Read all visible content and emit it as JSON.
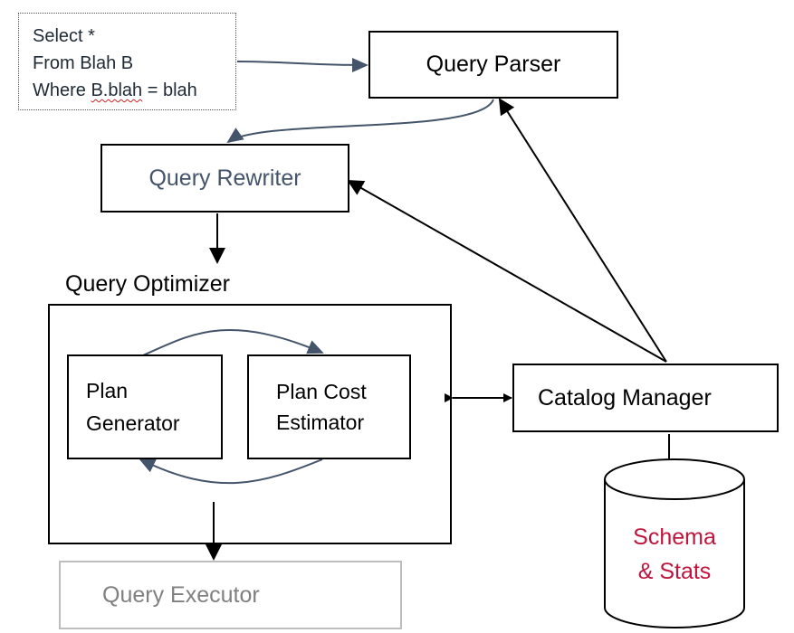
{
  "sql": {
    "line1": "Select *",
    "line2": "From Blah B",
    "line3_prefix": "Where ",
    "line3_underlined": "B.blah",
    "line3_suffix": " = blah"
  },
  "nodes": {
    "query_parser": "Query Parser",
    "query_rewriter": "Query Rewriter",
    "query_optimizer": "Query Optimizer",
    "plan_generator": [
      "Plan",
      "Generator"
    ],
    "plan_cost_estimator": [
      "Plan Cost",
      "Estimator"
    ],
    "catalog_manager": "Catalog Manager",
    "query_executor": "Query Executor",
    "schema_stats": [
      "Schema",
      "& Stats"
    ]
  },
  "colors": {
    "edge_dark": "#000000",
    "edge_slate": "#44546a",
    "rewriter_text": "#44546a",
    "executor_text": "#808080",
    "executor_border": "#bdbdbd",
    "schema_text": "#c0143c"
  },
  "edges": [
    {
      "from": "sql",
      "to": "query_parser",
      "style": "curved",
      "color": "slate"
    },
    {
      "from": "query_parser",
      "to": "query_rewriter",
      "style": "curved",
      "color": "slate"
    },
    {
      "from": "query_rewriter",
      "to": "query_optimizer",
      "style": "straight",
      "color": "dark"
    },
    {
      "from": "catalog_manager",
      "to": "query_parser",
      "style": "straight",
      "color": "dark"
    },
    {
      "from": "catalog_manager",
      "to": "query_rewriter",
      "style": "straight",
      "color": "dark"
    },
    {
      "from": "query_optimizer",
      "to": "catalog_manager",
      "style": "bidirectional",
      "color": "dark"
    },
    {
      "from": "plan_generator",
      "to": "plan_cost_estimator",
      "style": "curved",
      "color": "slate"
    },
    {
      "from": "plan_cost_estimator",
      "to": "plan_generator",
      "style": "curved",
      "color": "slate"
    },
    {
      "from": "query_optimizer",
      "to": "query_executor",
      "style": "straight",
      "color": "dark"
    },
    {
      "from": "catalog_manager",
      "to": "schema_stats",
      "style": "line",
      "color": "dark"
    }
  ]
}
